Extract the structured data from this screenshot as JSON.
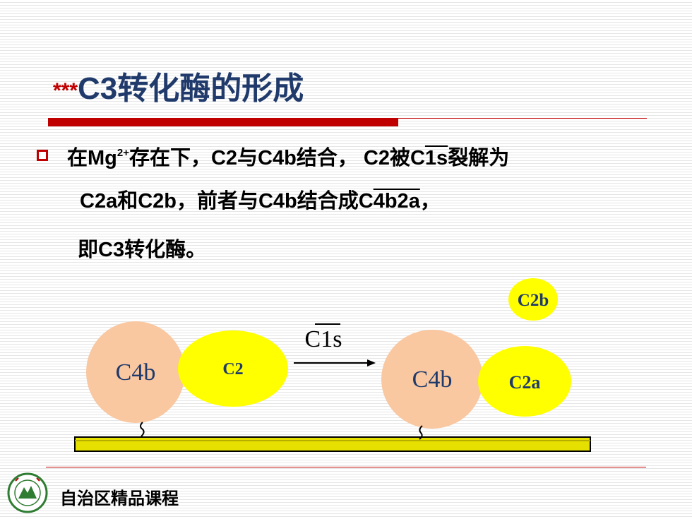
{
  "title": {
    "stars": "***",
    "text": "C3转化酶的形成"
  },
  "paragraph": {
    "line1_a": "在Mg",
    "line1_sup": "2+",
    "line1_b": "存在下，C2与C4b结合， C2被C",
    "line1_ov": "1s",
    "line1_c": "裂解为",
    "line2_a": "C2a和C2b，前者与C4b结合成C",
    "line2_ov": "4b2a",
    "line2_b": "，",
    "line3": "即C3转化酶。"
  },
  "diagram": {
    "left_large": "C4b",
    "left_small": "C2",
    "arrow_label": "C1s",
    "right_large": "C4b",
    "right_small": "C2a",
    "released": "C2b",
    "colors": {
      "peach": "#f9c7a0",
      "yellow": "#ffff00",
      "membrane": "#e6e000"
    }
  },
  "footer": {
    "text": "自治区精品课程"
  }
}
